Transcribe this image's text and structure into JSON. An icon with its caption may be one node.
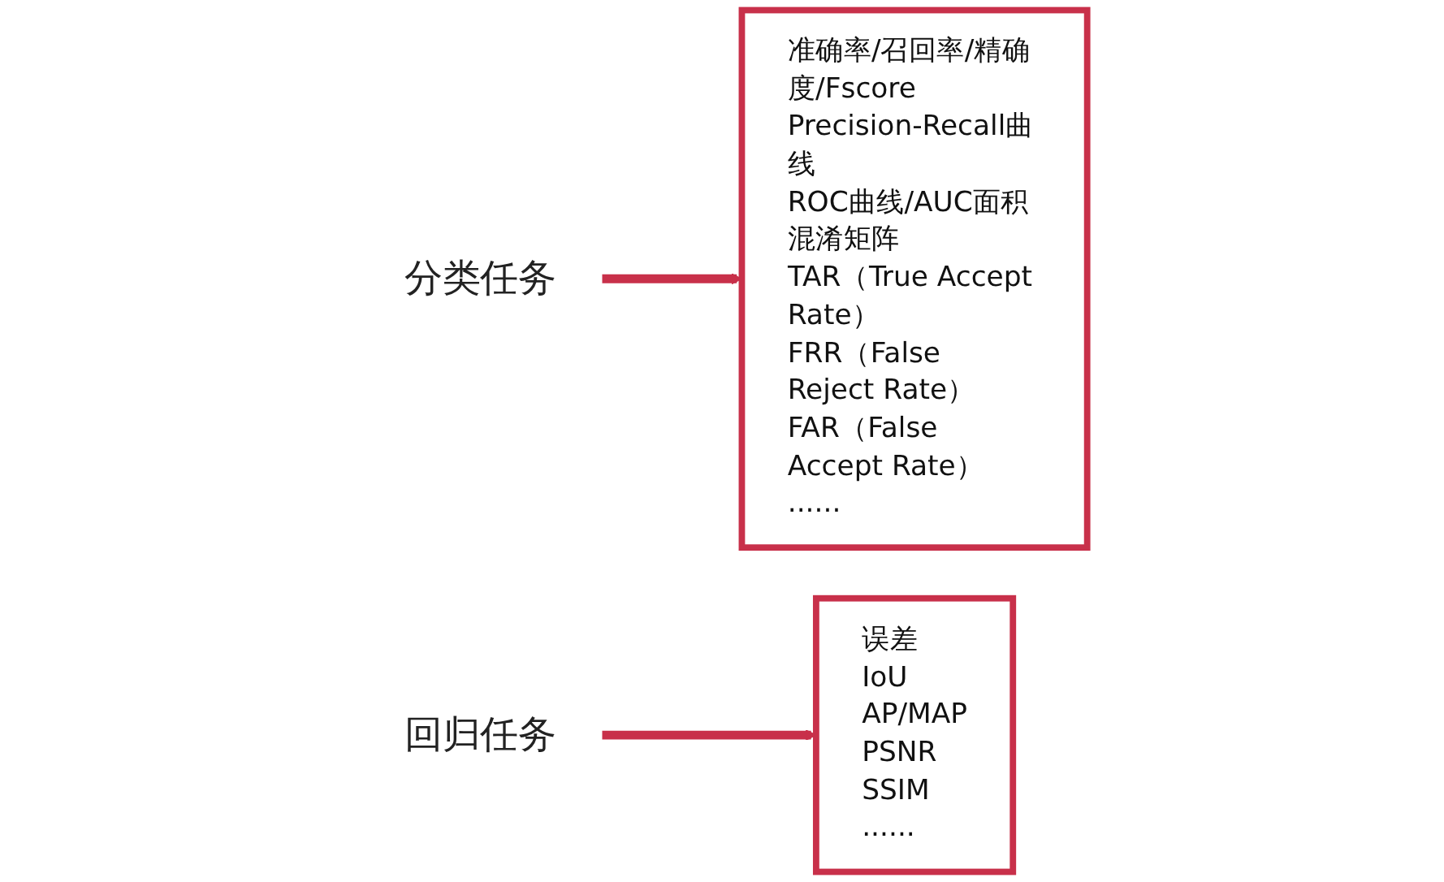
{
  "diagram": {
    "nodes": [
      {
        "text": [
          "分类任务"
        ]
      },
      {
        "text": [
          "准确率/召回率/精确度/Fscore",
          "Precision-Recall曲线",
          "ROC曲线/AUC面积",
          "混淆矩阵",
          "TAR（True Accept Rate）",
          "FRR（False Reject Rate）",
          "FAR（False Accept Rate）",
          "......"
        ]
      },
      {
        "text": [
          "回归任务"
        ]
      },
      {
        "text": [
          "误差",
          "IoU",
          "AP/MAP",
          "PSNR",
          "SSIM",
          "......"
        ]
      }
    ],
    "edges": [
      {
        "from": 0,
        "to": 1,
        "arrow": "to"
      },
      {
        "from": 2,
        "to": 3,
        "arrow": "to"
      }
    ]
  }
}
